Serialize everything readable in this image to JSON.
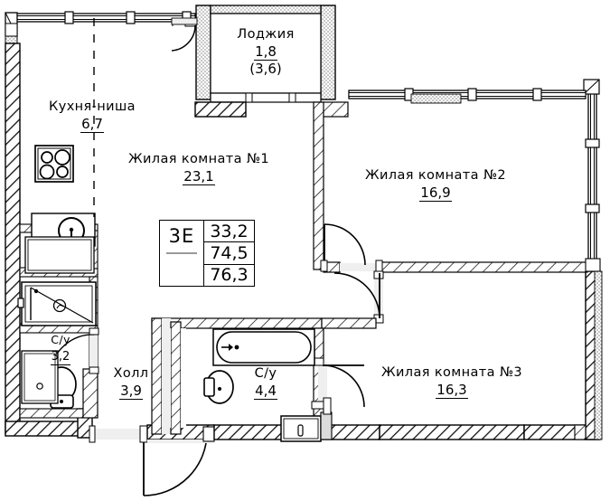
{
  "plan": {
    "type": "apartment-floor-plan",
    "unit_spec": {
      "code": "3E",
      "area_living": "33,2",
      "area_total": "74,5",
      "area_with_loggia": "76,3"
    },
    "rooms": [
      {
        "key": "loggia",
        "name": "Лоджия",
        "area": "1,8",
        "area_secondary": "(3,6)"
      },
      {
        "key": "kitchen",
        "name": "Кухня-ниша",
        "area": "6,7",
        "area_secondary": ""
      },
      {
        "key": "room1",
        "name": "Жилая комната №1",
        "area": "23,1",
        "area_secondary": ""
      },
      {
        "key": "room2",
        "name": "Жилая комната №2",
        "area": "16,9",
        "area_secondary": ""
      },
      {
        "key": "room3",
        "name": "Жилая комната №3",
        "area": "16,3",
        "area_secondary": ""
      },
      {
        "key": "bath1",
        "name": "С/у",
        "area": "3,2",
        "area_secondary": ""
      },
      {
        "key": "hall",
        "name": "Холл",
        "area": "3,9",
        "area_secondary": ""
      },
      {
        "key": "bath2",
        "name": "С/у",
        "area": "4,4",
        "area_secondary": ""
      }
    ],
    "fixtures": [
      {
        "key": "stove",
        "name": "stove-4-burner"
      },
      {
        "key": "sink1",
        "name": "kitchen-sink"
      },
      {
        "key": "counter",
        "name": "counter"
      },
      {
        "key": "bath-tub-left",
        "name": "bathtub"
      },
      {
        "key": "toilet1",
        "name": "toilet"
      },
      {
        "key": "bathtub2",
        "name": "bathtub"
      },
      {
        "key": "toilet2",
        "name": "toilet"
      },
      {
        "key": "washbasin",
        "name": "washbasin"
      }
    ],
    "colors": {
      "outline": "#000000",
      "wall_fill": "#ffffff",
      "hatch": "#1a1a1a",
      "door_opening": "#efefef",
      "stipple": "#b9b9b9"
    }
  }
}
